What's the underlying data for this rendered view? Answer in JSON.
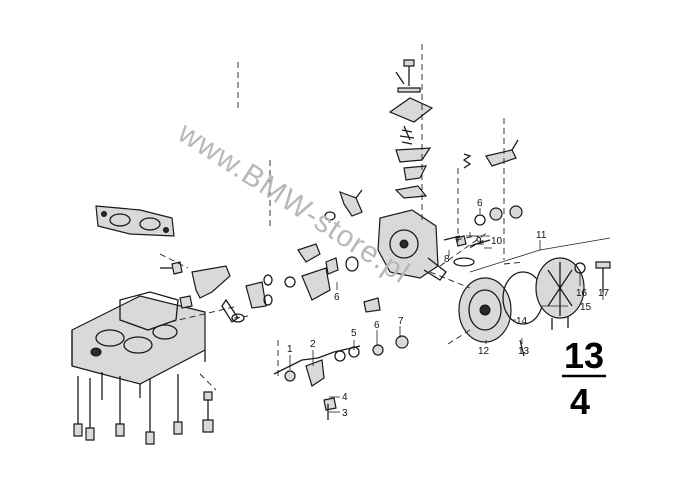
{
  "diagram": {
    "watermark": "www.BMW-store.pl",
    "group_number": "13",
    "sub_number": "4",
    "callouts": [
      "1",
      "2",
      "3",
      "4",
      "5",
      "6",
      "6",
      "6",
      "7",
      "8",
      "9",
      "10",
      "11",
      "12",
      "13",
      "14",
      "15",
      "16",
      "17"
    ]
  }
}
